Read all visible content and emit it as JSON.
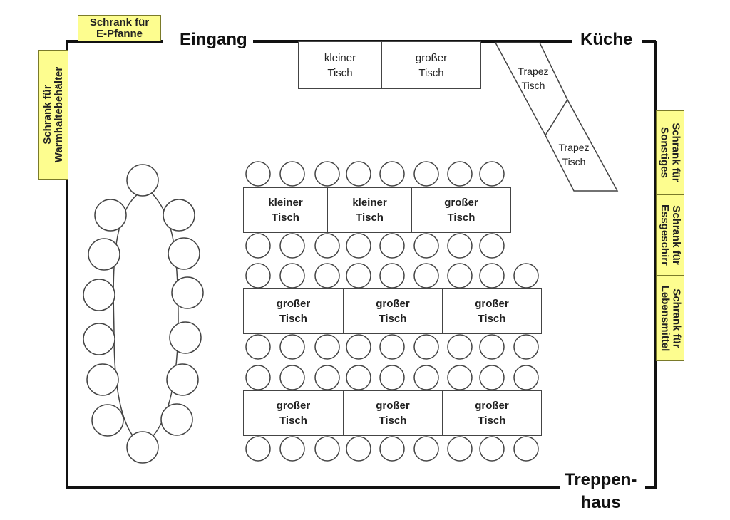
{
  "walls": {
    "entrance": "Eingang",
    "kitchen": "Küche",
    "stairs_line1": "Treppen-",
    "stairs_line2": "haus"
  },
  "cabinets": {
    "pan_line1": "Schrank für",
    "pan_line2": "E-Pfanne",
    "warm_line1": "Schrank für",
    "warm_line2": "Warmhaltebehälter",
    "misc_line1": "Schrank für",
    "misc_line2": "Sonstiges",
    "dishes_line1": "Schrank für",
    "dishes_line2": "Essgeschirr",
    "food_line1": "Schrank für",
    "food_line2": "Lebensmittel"
  },
  "tables": {
    "top_small": [
      "kleiner",
      "Tisch"
    ],
    "top_large": [
      "großer",
      "Tisch"
    ],
    "trapez_1": [
      "Trapez",
      "Tisch"
    ],
    "trapez_2": [
      "Trapez",
      "Tisch"
    ],
    "row1": [
      [
        "kleiner",
        "Tisch"
      ],
      [
        "kleiner",
        "Tisch"
      ],
      [
        "großer",
        "Tisch"
      ]
    ],
    "row2": [
      [
        "großer",
        "Tisch"
      ],
      [
        "großer",
        "Tisch"
      ],
      [
        "großer",
        "Tisch"
      ]
    ],
    "row3": [
      [
        "großer",
        "Tisch"
      ],
      [
        "großer",
        "Tisch"
      ],
      [
        "großer",
        "Tisch"
      ]
    ]
  },
  "colors": {
    "cabinet_fill": "#fdfd8f",
    "wall": "#111111"
  }
}
